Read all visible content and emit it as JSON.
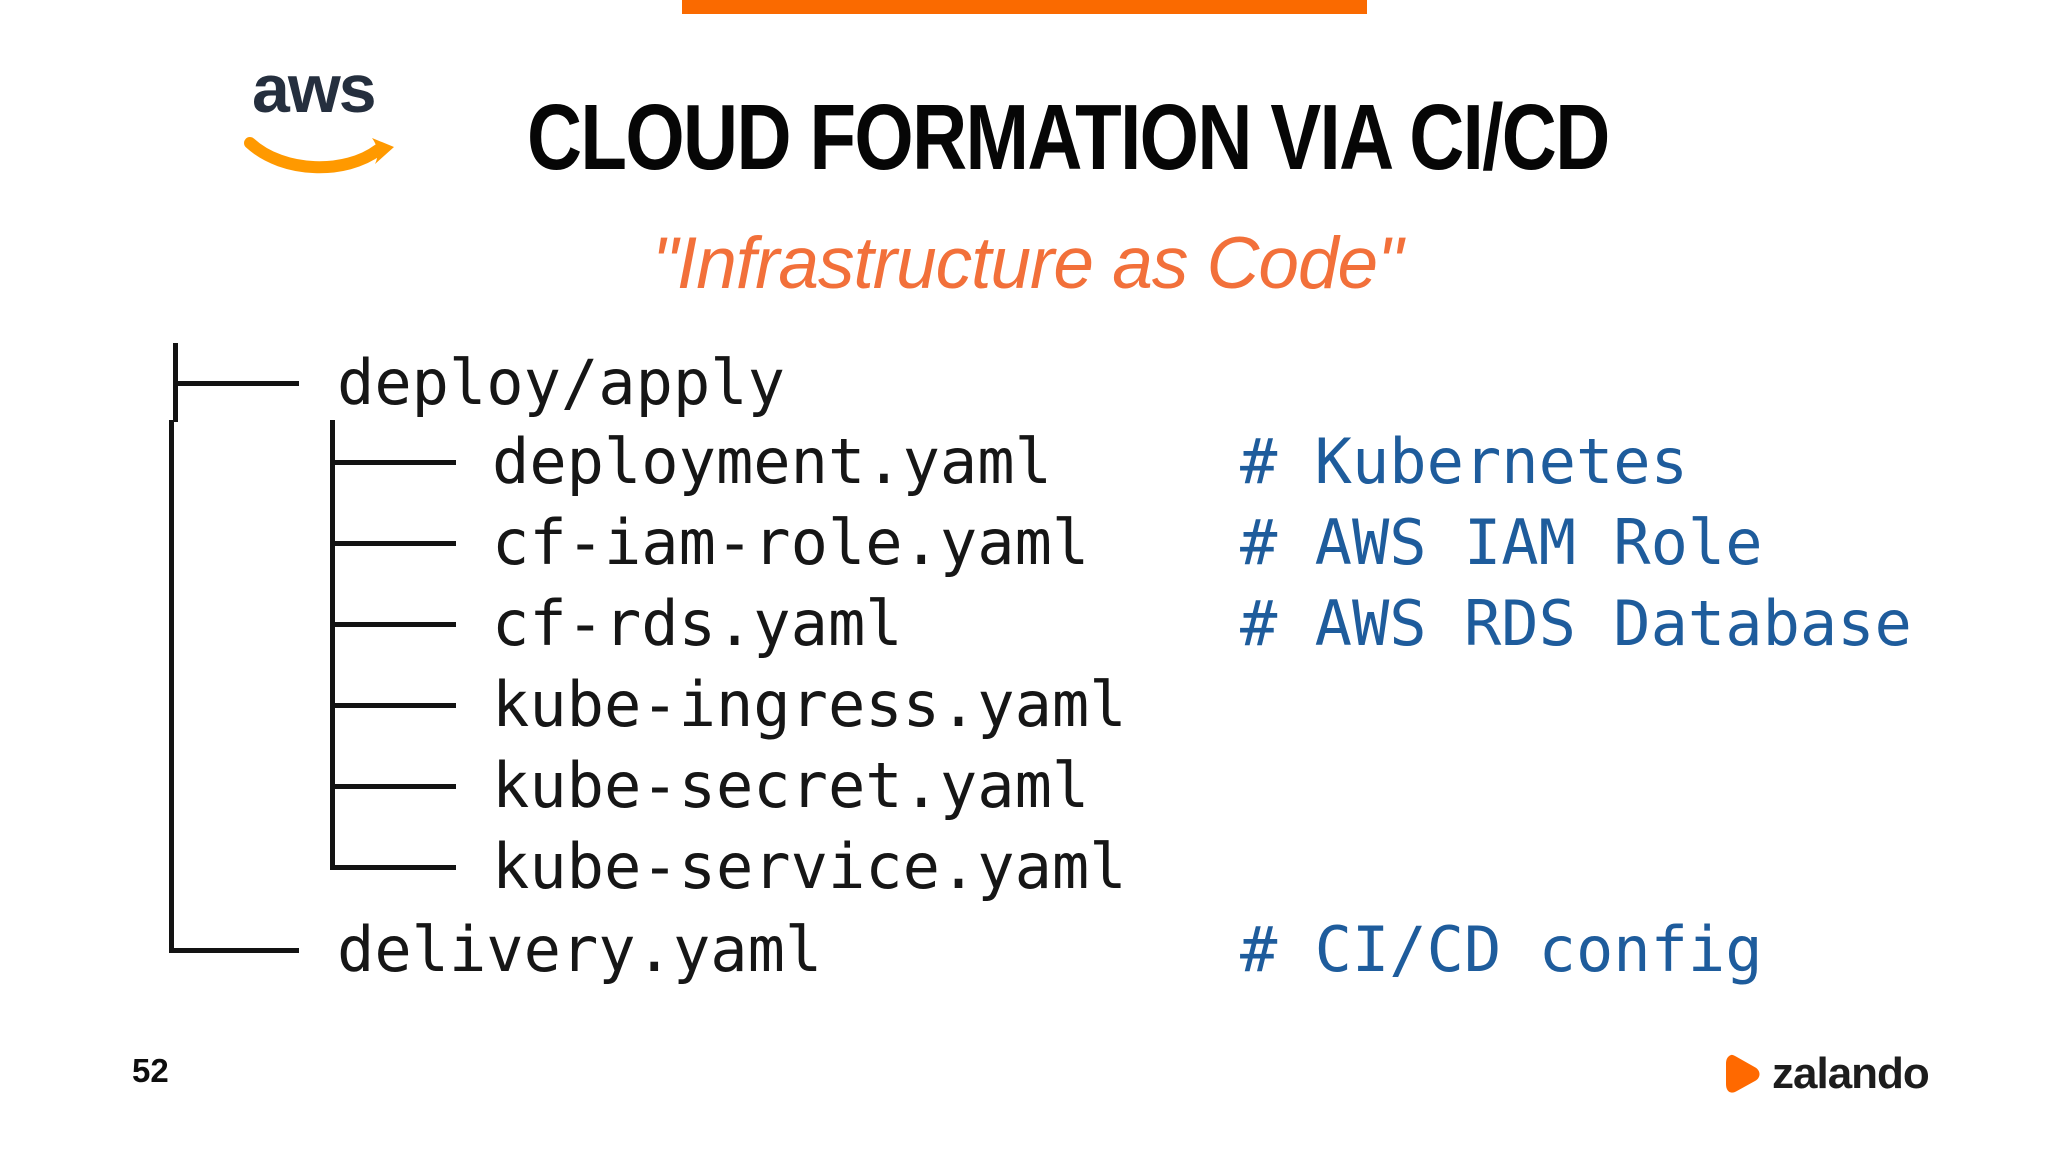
{
  "theme": {
    "orange_bar": "#FA6A00",
    "subtitle_orange": "#F2703A",
    "comment_blue": "#1E5C9C",
    "ink": "#131313",
    "aws_navy": "#252F3E",
    "aws_smile": "#FF9900",
    "zalando_orange": "#FF6900"
  },
  "header": {
    "aws_logo_text": "aws",
    "title": "CLOUD FORMATION VIA CI/CD",
    "subtitle": "\"Infrastructure as Code\""
  },
  "tree": {
    "items": [
      {
        "label": "deploy/apply",
        "level": 0,
        "comment": ""
      },
      {
        "label": "deployment.yaml",
        "level": 1,
        "comment": "# Kubernetes"
      },
      {
        "label": "cf-iam-role.yaml",
        "level": 1,
        "comment": "# AWS IAM Role"
      },
      {
        "label": "cf-rds.yaml",
        "level": 1,
        "comment": "# AWS RDS Database"
      },
      {
        "label": "kube-ingress.yaml",
        "level": 1,
        "comment": ""
      },
      {
        "label": "kube-secret.yaml",
        "level": 1,
        "comment": ""
      },
      {
        "label": "kube-service.yaml",
        "level": 1,
        "comment": ""
      },
      {
        "label": "delivery.yaml",
        "level": 0,
        "comment": "# CI/CD config"
      }
    ]
  },
  "footer": {
    "page_number": "52",
    "zalando_logo_text": "zalando"
  }
}
